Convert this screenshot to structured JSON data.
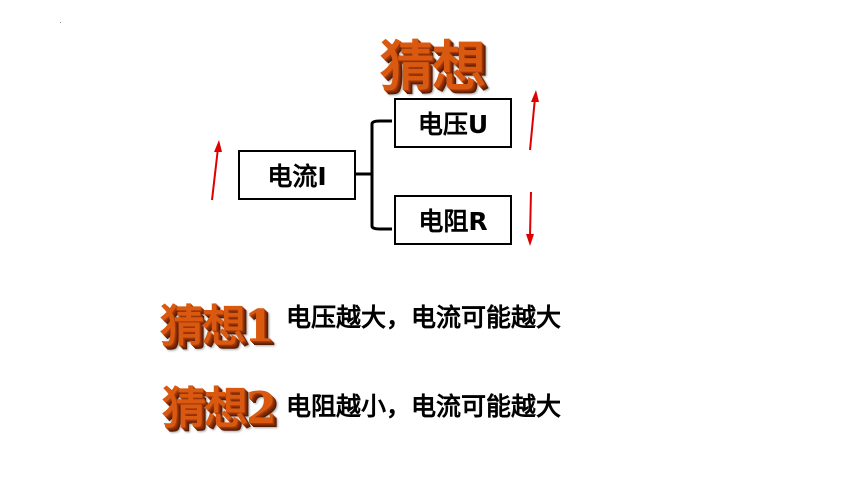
{
  "title": "猜想",
  "current_box": "电流I",
  "voltage_box": "电压U",
  "resistance_box": "电阻R",
  "guess1": {
    "tag": "猜想1",
    "text": "电压越大，电流可能越大"
  },
  "guess2": {
    "tag": "猜想2",
    "text": "电阻越小，电流可能越大"
  },
  "colors": {
    "arrow": "#e00000",
    "title": "#d8590f"
  }
}
